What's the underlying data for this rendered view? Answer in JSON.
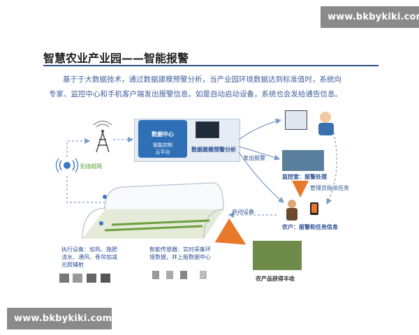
{
  "watermark_top": "www.bkbykiki.com",
  "watermark_bottom": "www.bkbykiki.com",
  "title": "智慧农业产业园——智能报警",
  "intro_line1": "基于于大数据技术，通过数据建模预警分析，当产业园环境数据达到标准值时，系统向",
  "intro_line2": "专家、监控中心和手机客户端发出报警信息。如是自动启动设备，系统也会发给通告信息。",
  "labels": {
    "wireless": "无线组网",
    "data_center": "数据中心",
    "cloud_platform_1": "智能控制",
    "cloud_platform_2": "云平台",
    "modeling": "数据建模预警分析",
    "send_alarm": "发出报警",
    "monitor_room": "监控室：报警处理",
    "manager_task": "管理员指派任务",
    "start_device": "启动设备",
    "farmer": "农户：报警和任务信息",
    "actuator_1": "执行设备：加热、施肥",
    "actuator_2": "浇水、通风、卷帘加减",
    "actuator_3": "光照辅射",
    "sensor_1": "智能传感器：实时采集环",
    "sensor_2": "境数据，并上报数据中心",
    "harvest": "农产品获得丰收"
  },
  "colors": {
    "title_rule": "#2e4f8a",
    "intro_text": "#3e5f9a",
    "label_blue": "#2c4f92",
    "arrow_blue": "#7a9cc9",
    "arrow_orange": "#e8792b",
    "cloud_blue": "#2f6fb6"
  }
}
